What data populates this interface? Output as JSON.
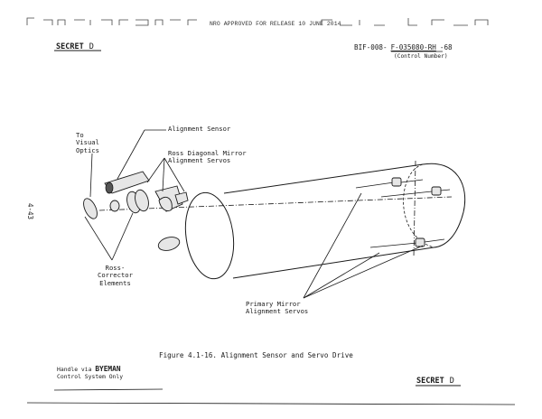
{
  "header": {
    "release_stamp": "NRO APPROVED FOR RELEASE 10 JUNE 2014",
    "classification_top": "SECRET",
    "classification_top_suffix": "D",
    "control_prefix": "BIF-008-",
    "control_value": "F-035080-RH",
    "control_suffix": "-68",
    "control_caption": "(Control Number)",
    "side_page_number": "4-43"
  },
  "figure": {
    "labels": {
      "alignment_sensor": "Alignment Sensor",
      "to_visual_optics": [
        "To",
        "Visual",
        "Optics"
      ],
      "ross_diagonal": [
        "Ross Diagonal Mirror",
        "Alignment Servos"
      ],
      "ross_corrector": [
        "Ross-",
        "Corrector",
        "Elements"
      ],
      "primary_mirror": [
        "Primary Mirror",
        "Alignment Servos"
      ]
    },
    "caption": "Figure 4.1-16.  Alignment Sensor and Servo Drive"
  },
  "footer": {
    "handle_line1": "Handle via",
    "handle_system": "BYEMAN",
    "handle_line2": "Control System Only",
    "classification_bottom": "SECRET",
    "classification_bottom_suffix": "D"
  }
}
